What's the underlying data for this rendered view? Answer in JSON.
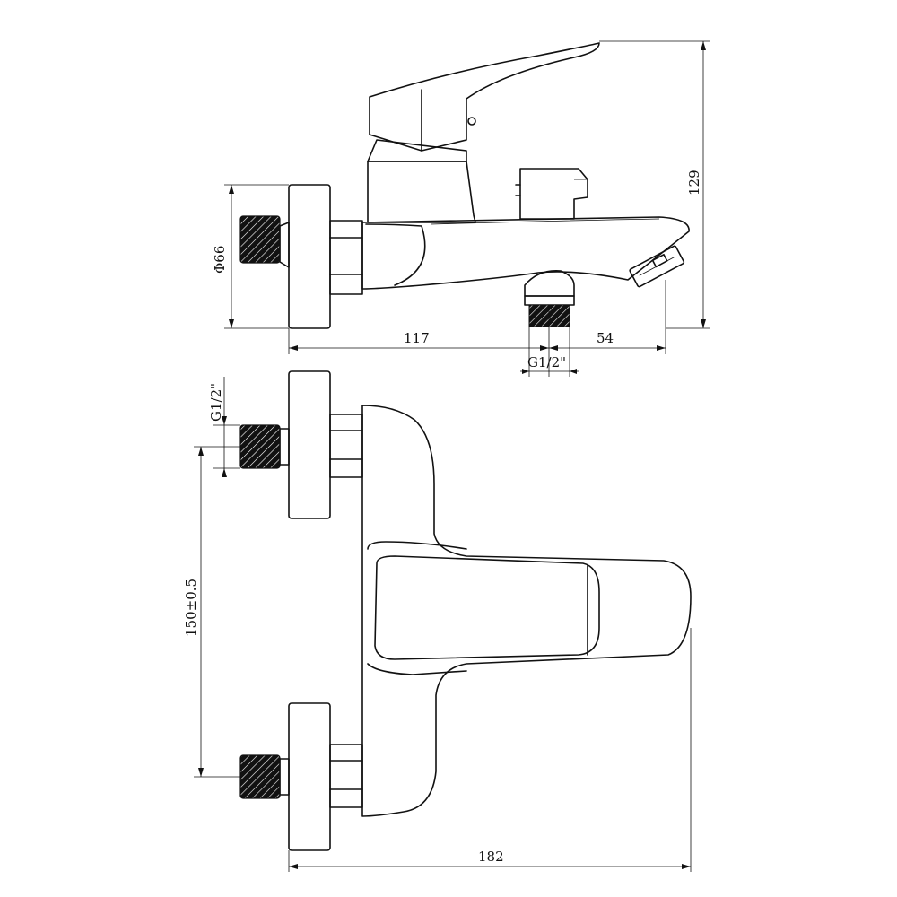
{
  "drawing": {
    "side_view": {
      "diameter_label": "Φ66",
      "left_length_label": "117",
      "right_length_label": "54",
      "thread_label": "G1/2\"",
      "height_label": "129"
    },
    "front_view": {
      "thread_label": "G1/2\"",
      "center_distance_label": "150±0.5",
      "total_width_label": "182"
    }
  }
}
